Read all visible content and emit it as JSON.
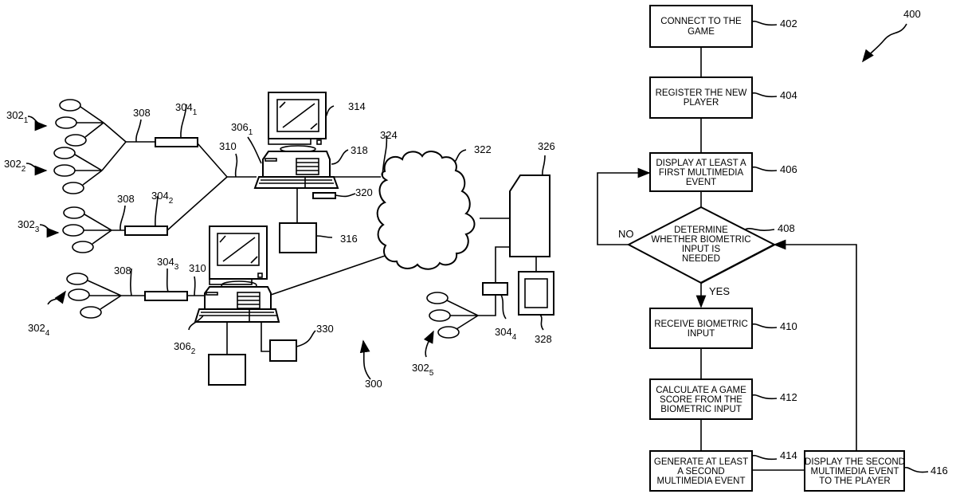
{
  "network": {
    "figure_ref": "300",
    "user_groups": [
      {
        "base": "302",
        "sub": "1"
      },
      {
        "base": "302",
        "sub": "2"
      },
      {
        "base": "302",
        "sub": "3"
      },
      {
        "base": "302",
        "sub": "4"
      },
      {
        "base": "302",
        "sub": "5"
      }
    ],
    "hubs": [
      {
        "base": "304",
        "sub": "1"
      },
      {
        "base": "304",
        "sub": "2"
      },
      {
        "base": "304",
        "sub": "3"
      },
      {
        "base": "304",
        "sub": "4"
      }
    ],
    "computers": [
      {
        "base": "306",
        "sub": "1"
      },
      {
        "base": "306",
        "sub": "2"
      }
    ],
    "line_labels": {
      "lan": "308",
      "uplink": "310",
      "network_link": "324"
    },
    "components": {
      "monitor": "314",
      "printer": "316",
      "tower": "318",
      "card_reader": "320",
      "cloud": "322",
      "server": "326",
      "display": "328",
      "device": "330"
    }
  },
  "flowchart": {
    "figure_ref": "400",
    "steps": [
      {
        "id": "402",
        "lines": [
          "CONNECT TO THE",
          "GAME"
        ]
      },
      {
        "id": "404",
        "lines": [
          "REGISTER THE NEW",
          "PLAYER"
        ]
      },
      {
        "id": "406",
        "lines": [
          "DISPLAY AT LEAST A",
          "FIRST MULTIMEDIA",
          "EVENT"
        ]
      },
      {
        "id": "408",
        "lines": [
          "DETERMINE",
          "WHETHER BIOMETRIC",
          "INPUT IS",
          "NEEDED"
        ]
      },
      {
        "id": "410",
        "lines": [
          "RECEIVE BIOMETRIC",
          "INPUT"
        ]
      },
      {
        "id": "412",
        "lines": [
          "CALCULATE A GAME",
          "SCORE FROM THE",
          "BIOMETRIC INPUT"
        ]
      },
      {
        "id": "414",
        "lines": [
          "GENERATE AT LEAST",
          "A SECOND",
          "MULTIMEDIA EVENT"
        ]
      },
      {
        "id": "416",
        "lines": [
          "DISPLAY THE SECOND",
          "MULTIMEDIA EVENT",
          "TO THE PLAYER"
        ]
      }
    ],
    "branches": {
      "no": "NO",
      "yes": "YES"
    }
  }
}
